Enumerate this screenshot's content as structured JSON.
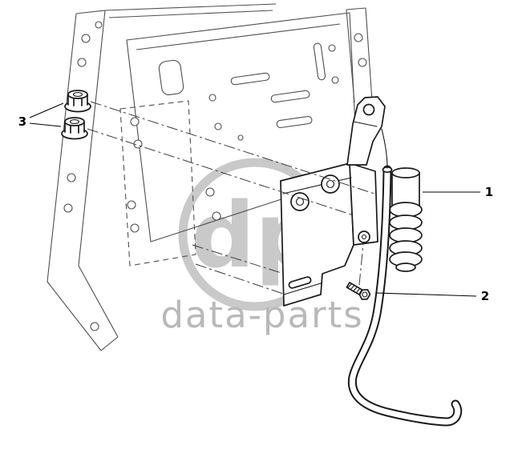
{
  "watermark": {
    "logo": "dp",
    "text": "data-parts"
  },
  "callouts": [
    {
      "number": "1"
    },
    {
      "number": "2"
    },
    {
      "number": "3"
    }
  ],
  "colors": {
    "foreground_line": "#1a1a1a",
    "frame_line": "#4f4f4f",
    "watermark_ring": "#c9c9c9",
    "watermark_text": "#b9b9b9"
  }
}
